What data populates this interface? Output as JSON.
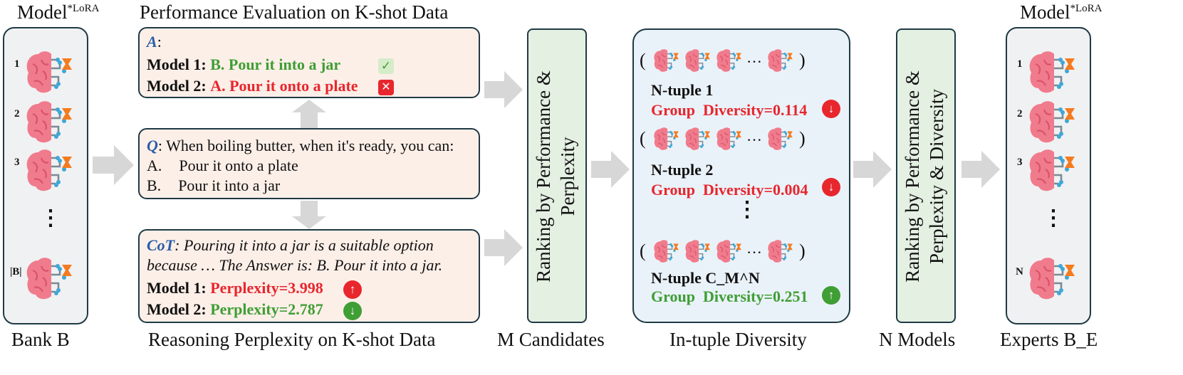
{
  "bank": {
    "title": "Model",
    "title_sup": "*LoRA",
    "bottom_label": "Bank B",
    "items": [
      "1",
      "2",
      "3",
      "|B|"
    ],
    "ellipsis": "⋮"
  },
  "perf": {
    "top_label": "Performance Evaluation on K-shot Data",
    "answer_label": "A",
    "answer_colon": ":",
    "model1_prefix": "Model 1:",
    "model1_answer": "B. Pour it into a jar",
    "model1_mark": "✓",
    "model2_prefix": "Model 2:",
    "model2_answer": "A. Pour it onto a plate",
    "model2_mark": "✕"
  },
  "question": {
    "label": "Q",
    "text": ": When boiling butter, when it's ready, you can:",
    "opt_a_letter": "A.",
    "opt_a": "Pour it onto a plate",
    "opt_b_letter": "B.",
    "opt_b": "Pour it into a jar"
  },
  "cot": {
    "label": "CoT",
    "line1": ": Pouring it into a jar is a suitable option",
    "line2": "because … The Answer is: B. Pour it into a jar.",
    "model1_prefix": "Model 1:",
    "model1_value": "Perplexity=3.998",
    "model1_mark": "↑",
    "model2_prefix": "Model 2:",
    "model2_value": "Perplexity=2.787",
    "model2_mark": "↓",
    "bottom_label": "Reasoning Perplexity on K-shot Data"
  },
  "rank1": {
    "line1": "Ranking by Performance &",
    "line2": "Perplexity",
    "bottom_label": "M Candidates"
  },
  "diversity": {
    "tuples": [
      {
        "name": "N-tuple 1",
        "group": "Group",
        "value": "Diversity=0.114",
        "mark": "↓",
        "color": "#e8262d"
      },
      {
        "name": "N-tuple 2",
        "group": "Group",
        "value": "Diversity=0.004",
        "mark": "↓",
        "color": "#e8262d"
      },
      {
        "name": "N-tuple C_M^N",
        "group": "Group",
        "value": "Diversity=0.251",
        "mark": "↑",
        "color": "#3f9e34"
      }
    ],
    "tuple_ellipsis": "···",
    "open_paren": "(",
    "close_paren": ")",
    "vertical_ellipsis": "⋮",
    "bottom_label": "In-tuple Diversity"
  },
  "rank2": {
    "line1": "Ranking by Performance &",
    "line2": "Perplexity & Diversity",
    "bottom_label": "N Models"
  },
  "experts": {
    "title": "Model",
    "title_sup": "*LoRA",
    "items": [
      "1",
      "2",
      "3",
      "N"
    ],
    "ellipsis": "⋮",
    "bottom_label": "Experts B_E"
  },
  "colors": {
    "brain": "#f07b8c",
    "brain_dark": "#d9536a",
    "circuit": "#3fa7d6",
    "lora": "#f47b20",
    "red": "#e8262d",
    "green": "#3f9e34",
    "arrow": "#d7d7d7"
  }
}
